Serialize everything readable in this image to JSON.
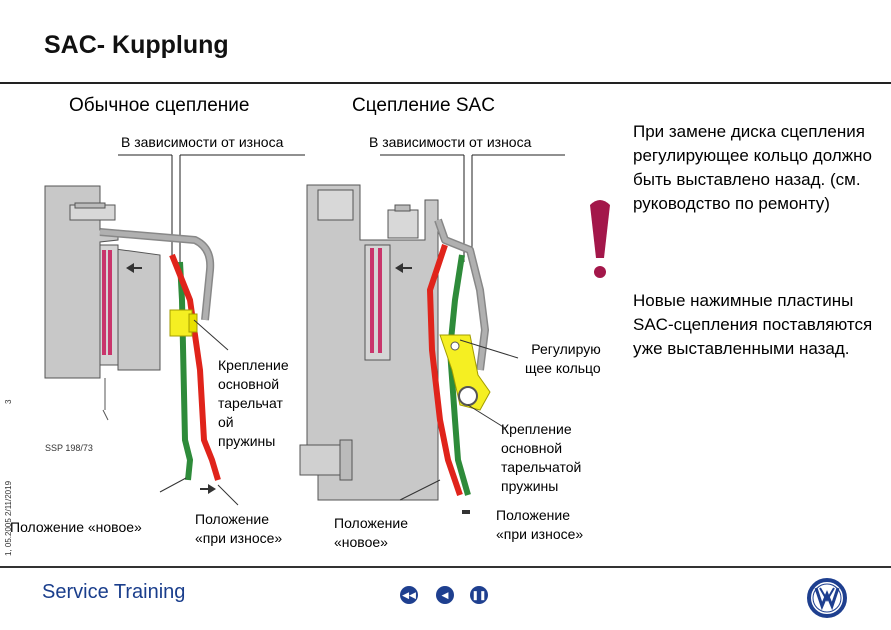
{
  "slide": {
    "title": "SAC- Kupplung",
    "left_heading": "Обычное сцепление",
    "right_heading": "Сцепление SAC",
    "left_note": "В зависимости от износа",
    "right_note": "В зависимости от износа",
    "left_callout": "Крепление\nосновной\nтарельчат\nой\nпружины",
    "ssp_label": "SSP 198/73",
    "left_new": "Положение «новое»",
    "left_worn": "Положение\n«при износе»",
    "right_new": "Положение\n«новое»",
    "right_worn": "Положение\n«при износе»",
    "regulating_ring": "Регулирую\nщее кольцо",
    "right_callout": "Крепление\nосновной\nтарельчатой\nпружины",
    "side_paragraph_1": "При замене диска сцепления регулирующее кольцо должно быть выставлено назад. (см. руководство по ремонту)",
    "side_paragraph_2": "Новые нажимные пластины SAC-сцепления поставляются уже выставленными назад.",
    "page_number": "3",
    "date_stamp": "1, 05.2005 2/11/2019"
  },
  "footer": {
    "service_training": "Service Training",
    "nav_icons": [
      "first-page-icon",
      "previous-page-icon",
      "pause-icon"
    ],
    "brand_logo": "vw-logo-icon"
  },
  "colors": {
    "green": "#2e8b3a",
    "red": "#e0241b",
    "gray": "#9a9a9a",
    "yellow": "#f5ef22",
    "pink": "#c9356b",
    "accent": "#1e3f8f"
  }
}
